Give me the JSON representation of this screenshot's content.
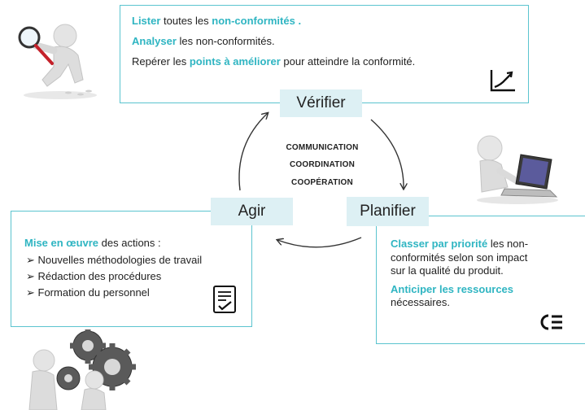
{
  "cycle": {
    "verifier": "Vérifier",
    "planifier": "Planifier",
    "agir": "Agir"
  },
  "center": [
    "COMMUNICATION",
    "COORDINATION",
    "COOPÉRATION"
  ],
  "verifier_panel": {
    "line1": {
      "hl1": "Lister",
      "mid": " toutes les ",
      "hl2": "non-conformités",
      "end": " ."
    },
    "line2": {
      "hl": "Analyser",
      "rest": " les non-conformités."
    },
    "line3": {
      "pre": "Repérer les ",
      "hl": "points à améliorer",
      "post": " pour atteindre la conformité."
    }
  },
  "agir_panel": {
    "intro": {
      "hl": "Mise en œuvre",
      "rest": " des actions :"
    },
    "bullets": [
      "➢ Nouvelles méthodologies de travail",
      "➢ Rédaction des procédures",
      "➢ Formation du personnel"
    ]
  },
  "planifier_panel": {
    "para1": {
      "hl": "Classer par priorité",
      "rest1": " les non-",
      "rest2": "conformités selon son impact",
      "rest3": "sur la qualité du produit."
    },
    "para2": {
      "hl": "Anticiper les ressources",
      "rest": "nécessaires."
    }
  },
  "colors": {
    "accent": "#2fb5c2",
    "border": "#5bc4cf",
    "label_bg": "#ddf0f4"
  },
  "icons": [
    "magnifier-figure-icon",
    "chart-trend-icon",
    "laptop-figure-icon",
    "checklist-icon",
    "priority-list-icon",
    "gears-team-icon"
  ]
}
